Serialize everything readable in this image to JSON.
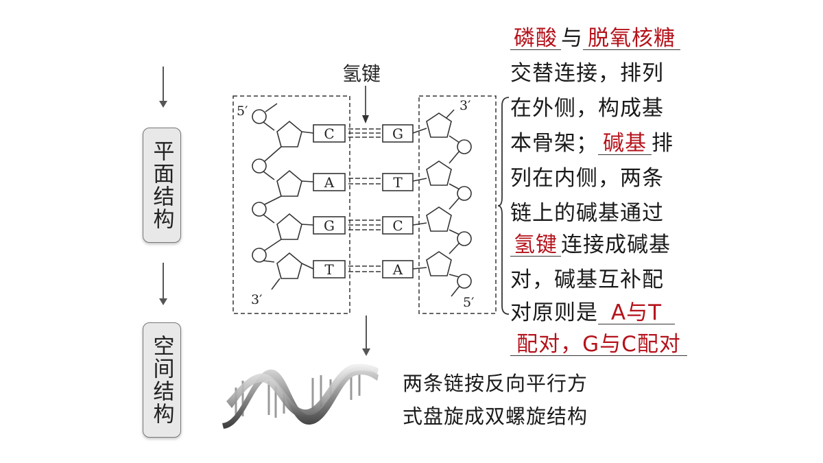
{
  "side_labels": {
    "planar": "平面结构",
    "spatial": "空间结构"
  },
  "diagram": {
    "hydrogen_bond_label": "氢键",
    "left_top_prime": "5′",
    "left_bottom_prime": "3′",
    "right_top_prime": "3′",
    "right_bottom_prime": "5′",
    "left_bases": [
      "C",
      "A",
      "G",
      "T"
    ],
    "right_bases": [
      "G",
      "T",
      "C",
      "A"
    ]
  },
  "text_block": {
    "l1_fill1": "磷酸",
    "l1_mid": "与",
    "l1_fill2": "脱氧核糖",
    "l2": "交替连接，排列",
    "l3": "在外侧，构成基",
    "l4_pre": "本骨架；",
    "l4_fill": "碱基",
    "l4_post": "排",
    "l5": "列在内侧，两条",
    "l6": "链上的碱基通过",
    "l7_fill": "氢键",
    "l7_post": "连接成碱基",
    "l8": "对，碱基互补配",
    "l9_pre": "对原则是",
    "l9_fill": "A与T",
    "l10_fill": "配对，G与C配对"
  },
  "bottom_text": {
    "line1": "两条链按反向平行方",
    "line2": "式盘旋成双螺旋结构"
  },
  "colors": {
    "answer": "#b5121b",
    "box_bg": "#e8e8e8"
  }
}
